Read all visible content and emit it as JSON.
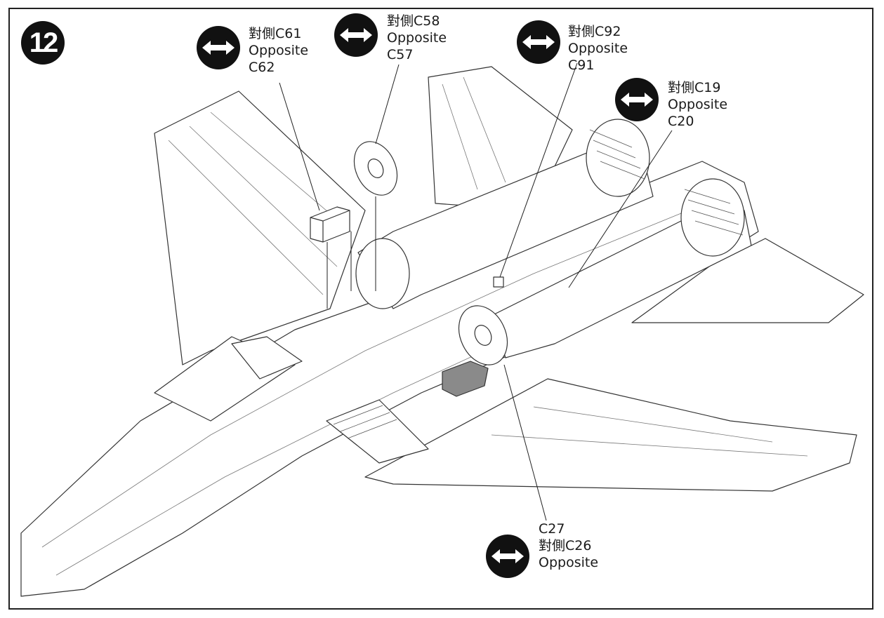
{
  "step": {
    "number": "12"
  },
  "callouts": [
    {
      "id": "c61",
      "line1": "對側C61",
      "line2": "Opposite",
      "line3": "C62",
      "icon": "double-arrow-icon"
    },
    {
      "id": "c58",
      "line1": "對側C58",
      "line2": "Opposite",
      "line3": "C57",
      "icon": "double-arrow-icon"
    },
    {
      "id": "c92",
      "line1": "對側C92",
      "line2": "Opposite",
      "line3": "C91",
      "icon": "double-arrow-icon"
    },
    {
      "id": "c19",
      "line1": "對側C19",
      "line2": "Opposite",
      "line3": "C20",
      "icon": "double-arrow-icon"
    },
    {
      "id": "c27",
      "line1": "C27",
      "line2": "對側C26",
      "line3": "Opposite",
      "icon": "double-arrow-icon"
    }
  ],
  "colors": {
    "ink": "#1a1a1a",
    "part_fill": "#8a8a8a",
    "badge": "#111111"
  }
}
